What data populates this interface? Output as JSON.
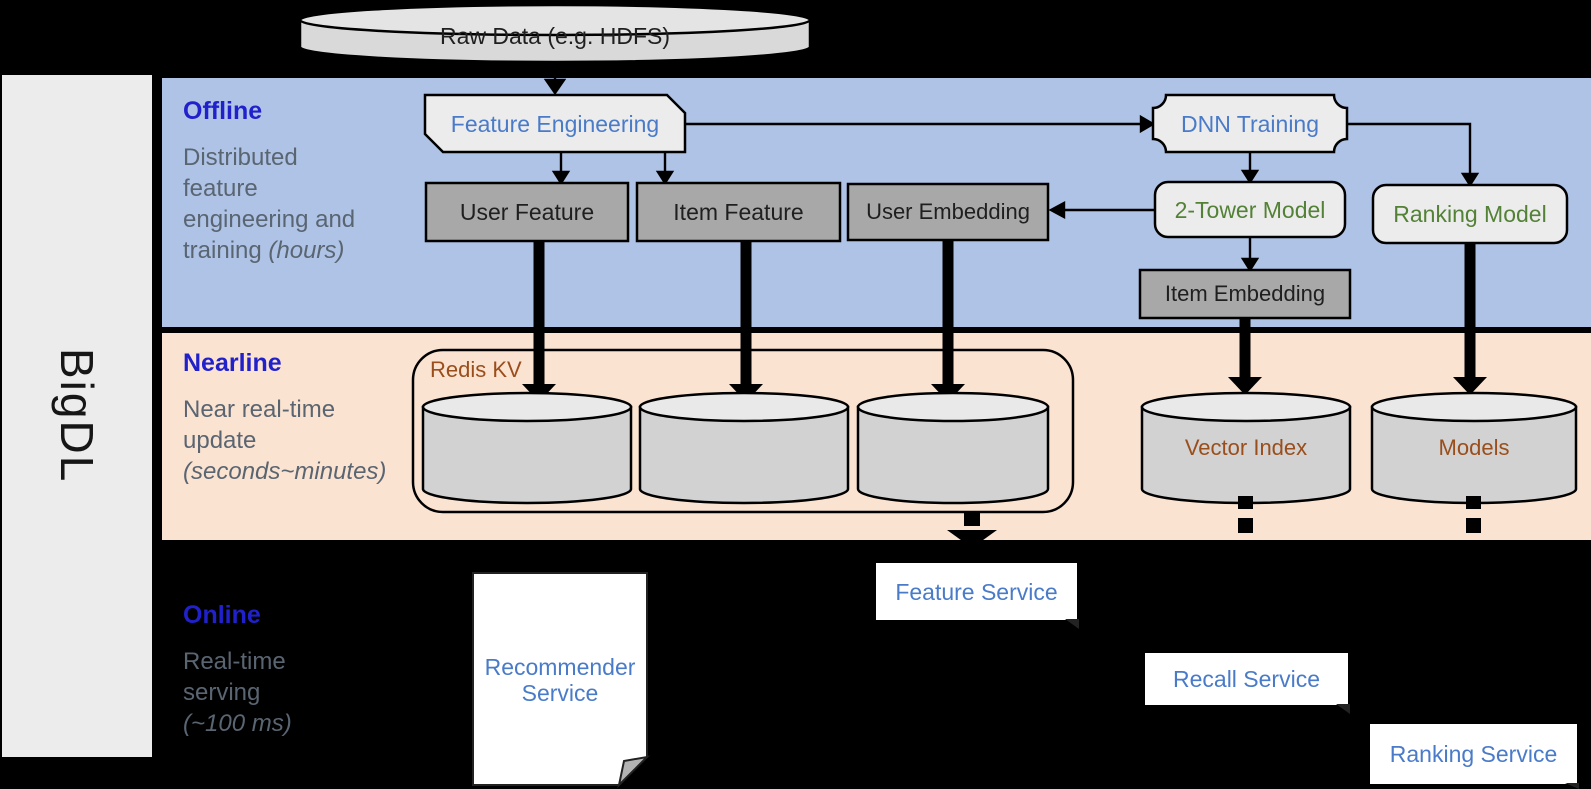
{
  "sidebar": {
    "label": "BigDL"
  },
  "bands": {
    "offline": {
      "heading": "Offline",
      "desc_lines": [
        "Distributed",
        "feature",
        "engineering and"
      ],
      "desc_last_plain": "training ",
      "desc_last_italic": "(hours)"
    },
    "nearline": {
      "heading": "Nearline",
      "desc_lines": [
        "Near real-time",
        "update"
      ],
      "desc_italic": "(seconds~minutes)"
    },
    "online": {
      "heading": "Online",
      "desc_lines": [
        "Real-time",
        "serving"
      ],
      "desc_italic": "(~100 ms)"
    }
  },
  "nodes": {
    "raw_data": "Raw Data (e.g. HDFS)",
    "feature_engineering": "Feature Engineering",
    "dnn_training": "DNN Training",
    "user_feature": "User Feature",
    "item_feature": "Item Feature",
    "user_embedding": "User Embedding",
    "two_tower_model": "2-Tower Model",
    "ranking_model": "Ranking Model",
    "item_embedding": "Item Embedding",
    "redis_kv": "Redis KV",
    "vector_index": "Vector Index",
    "models": "Models",
    "recommender_service": "Recommender Service",
    "feature_service": "Feature Service",
    "recall_service": "Recall Service",
    "ranking_service": "Ranking Service"
  },
  "colors": {
    "background": "#000000",
    "sidebar_band": "#ececec",
    "offline_band": "#afc3e6",
    "nearline_band": "#fbe3d1",
    "heading_blue": "#2121cc",
    "body_gray": "#5a6572",
    "node_blue": "#4a7bc9",
    "node_green": "#538135",
    "node_brown": "#9a4e1c",
    "gray_box": "#a8a8a8",
    "light_shape": "#ececec",
    "cylinder_body": "#d2d2d2",
    "cylinder_top": "#e9e9e9"
  }
}
